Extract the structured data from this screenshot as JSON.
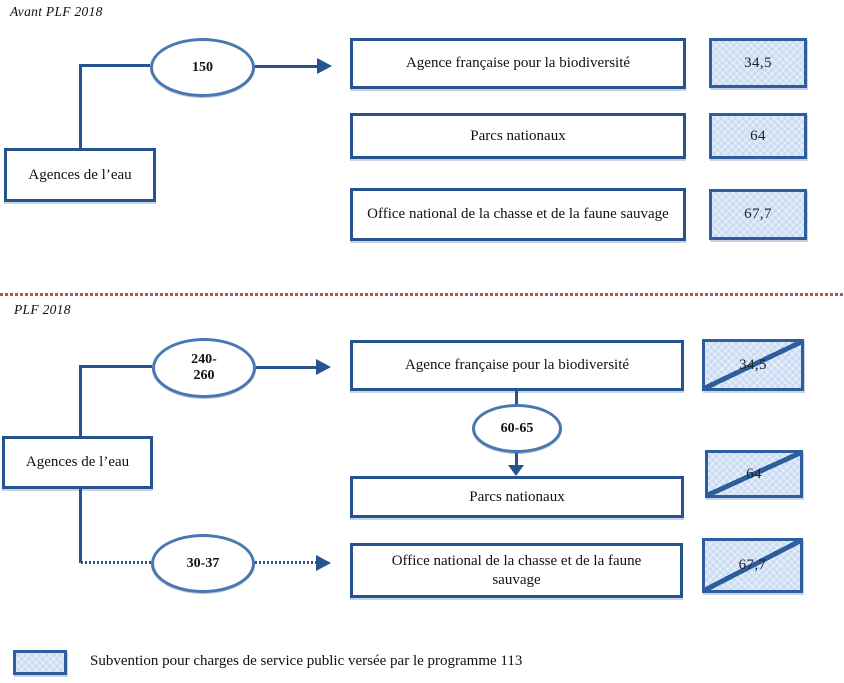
{
  "before": {
    "title": "Avant PLF 2018",
    "source": "Agences de l’eau",
    "flows": {
      "total": "150"
    },
    "targets": [
      {
        "label": "Agence française pour la biodiversité",
        "value": "34,5"
      },
      {
        "label": "Parcs nationaux",
        "value": "64"
      },
      {
        "label": "Office national de la chasse et de la faune sauvage",
        "value": "67,7"
      }
    ]
  },
  "after": {
    "title": "PLF 2018",
    "source": "Agences de l’eau",
    "flows": {
      "afb": "240-\n260",
      "parcs": "60-65",
      "oncfs": "30-37"
    },
    "targets": [
      {
        "label": "Agence française pour la biodiversité",
        "value": "34,5",
        "crossed": true
      },
      {
        "label": "Parcs nationaux",
        "value": "64",
        "crossed": true
      },
      {
        "label": "Office national de la chasse et de la faune sauvage",
        "value": "67,7",
        "crossed": true
      }
    ]
  },
  "legend": {
    "label": "Subvention pour charges de service public versée par le programme 113"
  },
  "colors": {
    "connector_blue": "#27548E",
    "value_box_border": "#2F5E9E",
    "value_box_fill": "#CADCF4",
    "ellipse_border": "#4878B0",
    "divider_red": "#C0504D"
  }
}
